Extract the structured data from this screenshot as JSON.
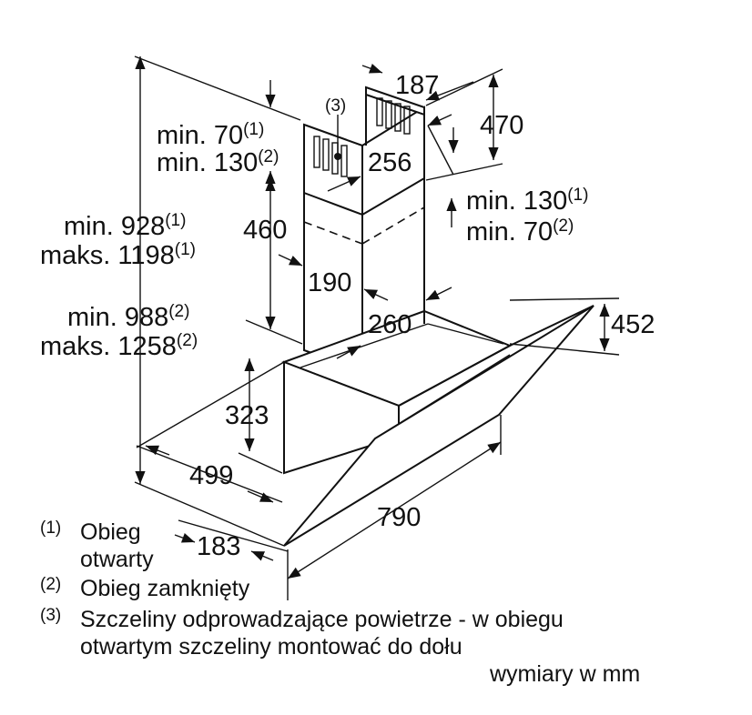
{
  "dimensions": {
    "d187": "187",
    "d470": "470",
    "d256": "256",
    "d460": "460",
    "d190": "190",
    "d260": "260",
    "d452": "452",
    "d323": "323",
    "d499": "499",
    "d790": "790",
    "d183": "183"
  },
  "marker3": "(3)",
  "labels": {
    "min70": {
      "text": "min. 70",
      "sup": "(1)"
    },
    "min130": {
      "text": "min. 130",
      "sup": "(2)"
    },
    "min130_right": {
      "text": "min. 130",
      "sup": "(1)"
    },
    "min70_right": {
      "text": "min. 70",
      "sup": "(2)"
    },
    "min928": {
      "text": "min. 928",
      "sup": "(1)"
    },
    "maks1198": {
      "text": "maks. 1198",
      "sup": "(1)"
    },
    "min988": {
      "text": "min. 988",
      "sup": "(2)"
    },
    "maks1258": {
      "text": "maks. 1258",
      "sup": "(2)"
    }
  },
  "legend": {
    "item1": {
      "num": "(1)",
      "line1": "Obieg",
      "line2": "otwarty"
    },
    "item2": {
      "num": "(2)",
      "line1": "Obieg zamknięty"
    },
    "item3": {
      "num": "(3)",
      "line1": "Szczeliny odprowadzające powietrze - w obiegu",
      "line2": "otwartym szczeliny montować do dołu"
    },
    "units": "wymiary w mm"
  }
}
